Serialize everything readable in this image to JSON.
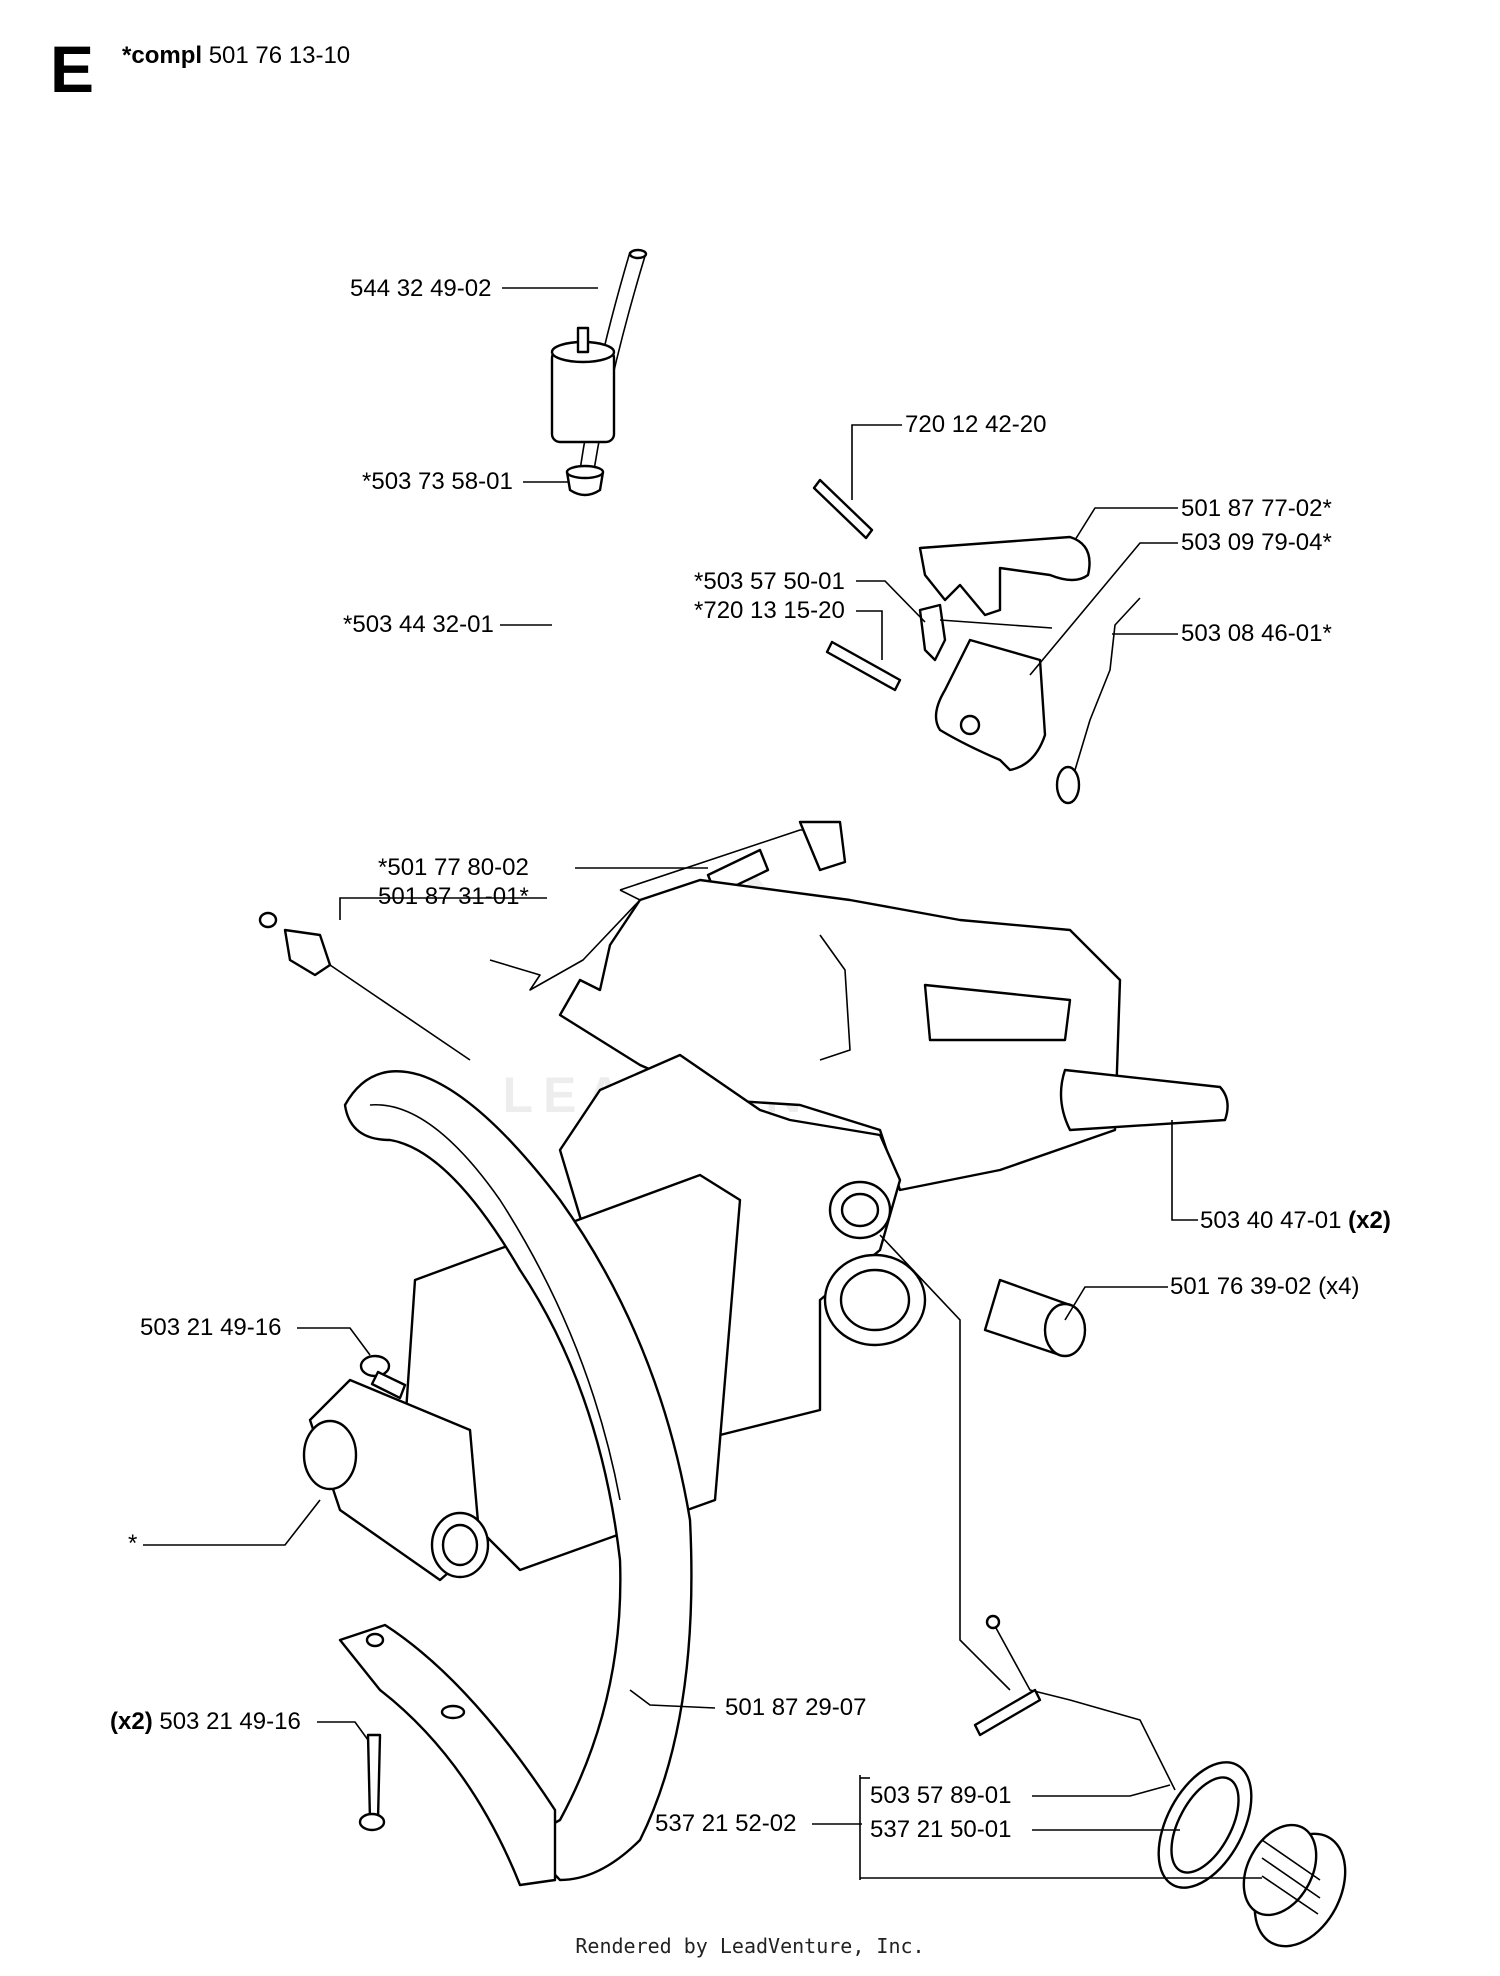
{
  "header": {
    "section_letter": "E",
    "compl_prefix": "*compl",
    "compl_number": "501 76 13-10"
  },
  "labels": {
    "fuel_hose": "544 32 49-02",
    "grommet": "*503 73 58-01",
    "fuel_filter": "*503 44 32-01",
    "pin_top": "720 12 42-20",
    "throttle_trigger": "501 87 77-02*",
    "throttle_lockout": "503 09 79-04*",
    "spring_clip": "*503 57 50-01",
    "pin_lower": "*720 13 15-20",
    "spring": "503 08 46-01*",
    "choke_rod": "*501 77 80-02",
    "adjuster": "501 87 31-01*",
    "handle_cover_qty": "(x2)",
    "handle_cover": "503 40 47-01",
    "bushing": "501 76 39-02 (x4)",
    "screw_single": "503 21 49-16",
    "asterisk_part": "*",
    "front_handle": "501 87 29-07",
    "screw_pair_qty": "(x2)",
    "screw_pair": "503 21 49-16",
    "cap_assembly": "537 21 52-02",
    "strap": "503 57 89-01",
    "fuel_cap": "537 21 50-01"
  },
  "watermark": {
    "text": "LEADVENTURE"
  },
  "footer": {
    "text": "Rendered by LeadVenture, Inc."
  }
}
